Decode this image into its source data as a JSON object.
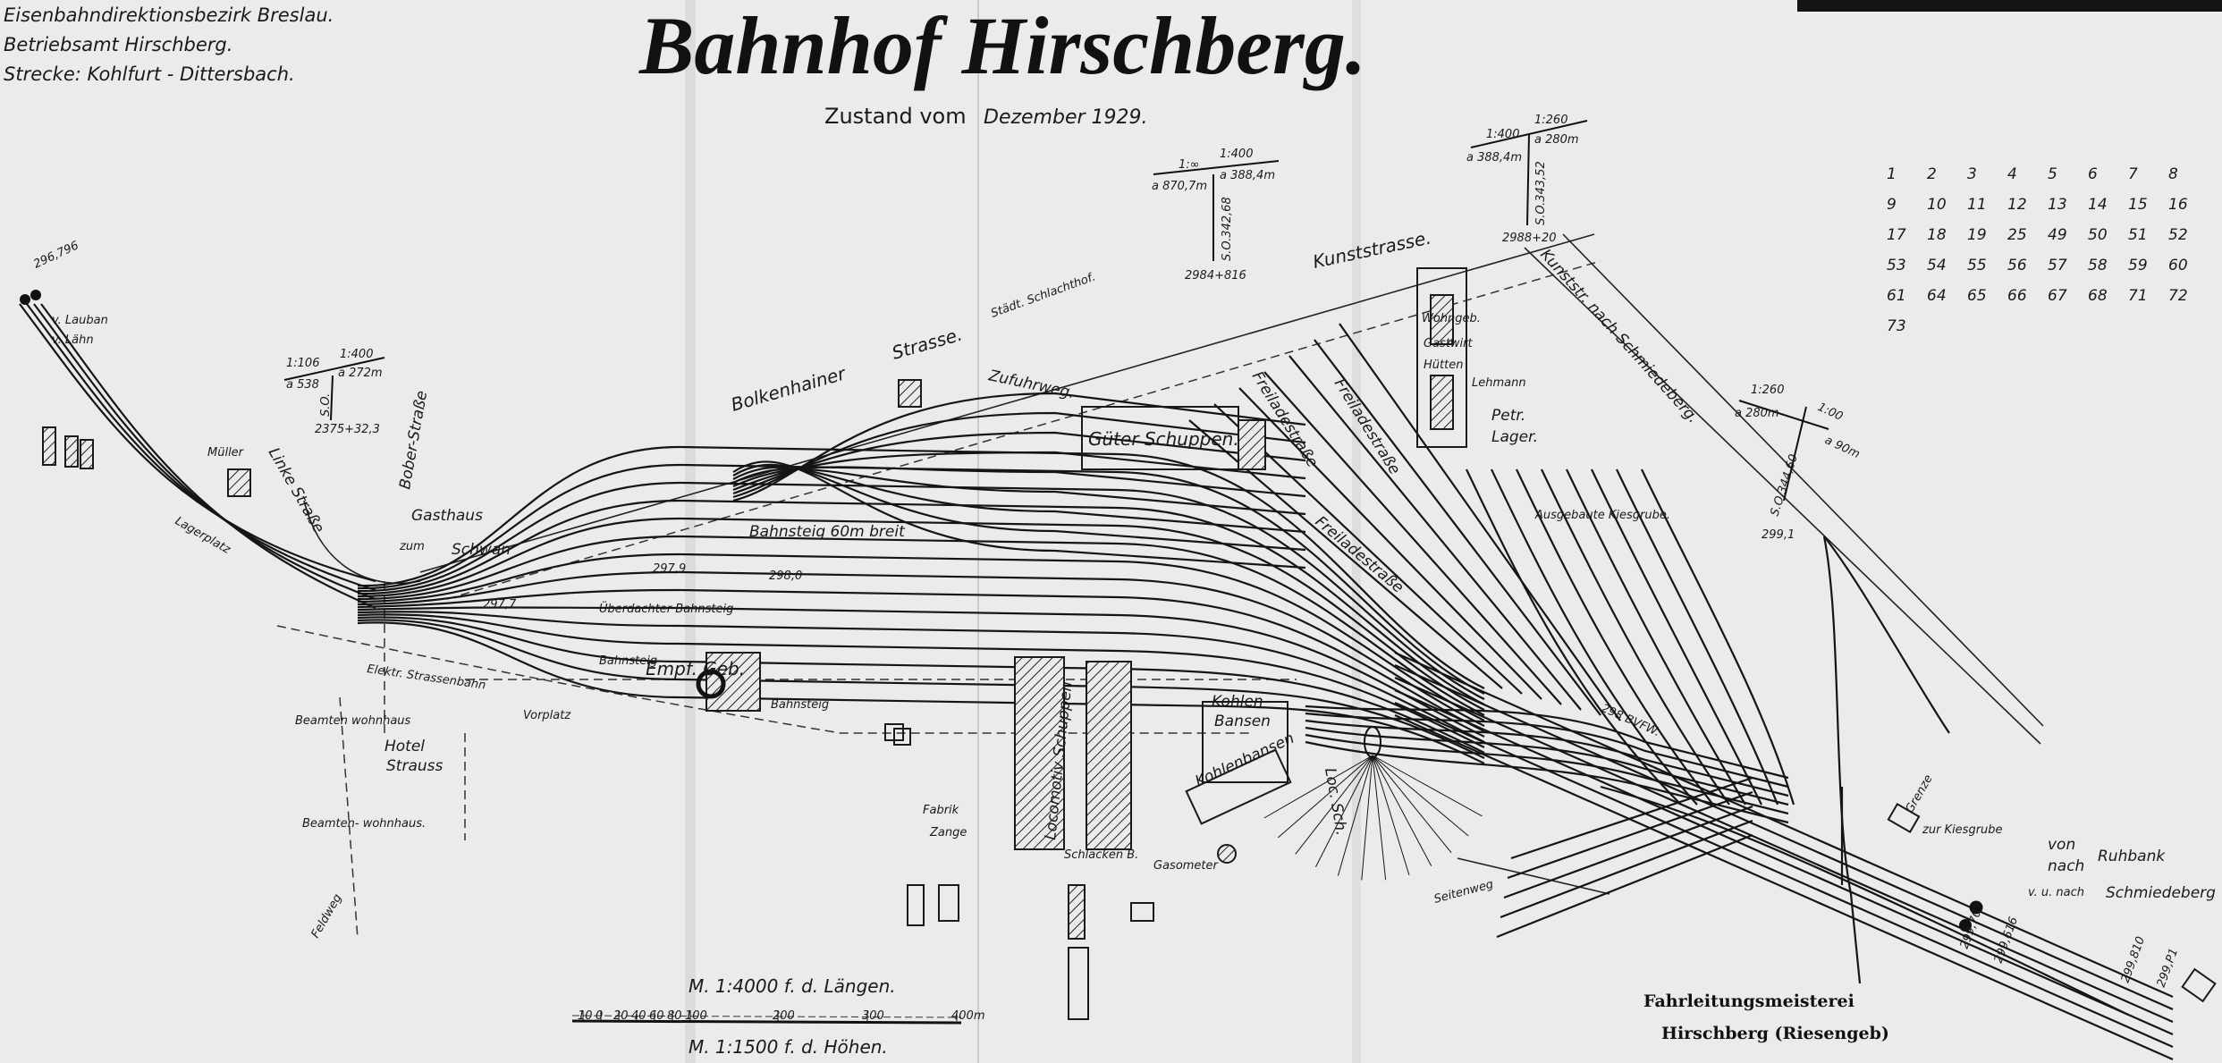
{
  "header": {
    "direction": "Eisenbahndirektionsbezirk Breslau.",
    "office": "Betriebsamt Hirschberg.",
    "line": "Strecke: Kohlfurt - Dittersbach."
  },
  "title": "Bahnhof Hirschberg.",
  "subtitle": {
    "prefix": "Zustand vom",
    "date": "Dezember 1929."
  },
  "streets": {
    "bolkenhainer": "Bolkenhainer",
    "strasse": "Strasse.",
    "kunststrasse": "Kunststrasse.",
    "kunststr_schmiedeberg": "Kunststr. nach Schmiedeberg.",
    "linke_strasse": "Linke Straße",
    "bober_strasse": "Bober-Straße",
    "zufuhrweg": "Zufuhrweg.",
    "freiladestrasse_1": "Freiladestraße",
    "freiladestrasse_2": "Freiladestraße",
    "freiladestrasse_3": "Freiladestraße",
    "seitenweg": "Seitenweg",
    "feldweg": "Feldweg",
    "elektr_strassenbahn": "Elektr. Strassenbahn",
    "lagerplatz": "Lagerplatz"
  },
  "buildings": {
    "gueterschuppen": "Güter Schuppen.",
    "schlachthof": "Städt. Schlachthof.",
    "gasthaus": "Gasthaus",
    "zum": "zum",
    "schwan": "Schwan",
    "empfangsgebaeude": "Empf. Geb.",
    "bahnsteig_breit": "Bahnsteig   60m breit",
    "bahnsteig_1": "Bahnsteig",
    "bahnsteig_2": "Bahnsteig",
    "ueberdachter_bahnsteig": "Überdachter Bahnsteig",
    "vorplatz": "Vorplatz",
    "hotel": "Hotel",
    "strauss": "Strauss",
    "beamtenwohnhaus_1": "Beamten wohnhaus",
    "beamtenwohnhaus_2": "Beamten- wohnhaus.",
    "fabrik": "Fabrik",
    "zange": "Zange",
    "lokschuppen": "Locomotiv Schuppen",
    "kohlen": "Kohlen-",
    "bansen": "Bansen",
    "kohlenbansen": "Kohlenbansen",
    "loc_sch": "Loc. Sch.",
    "gasometer": "Gasometer",
    "schlackenb": "Schlacken B.",
    "wohngeb": "Wohngeb.",
    "gastwirt": "Gastwirt",
    "huetten": "Hütten",
    "lehmann": "Lehmann",
    "petr": "Petr.",
    "lager": "Lager.",
    "kiesgrube": "Ausgebaute Kiesgrube.",
    "mueller": "Müller",
    "grenze": "Grenze"
  },
  "lines": {
    "lauban": "v. Lauban",
    "laehn": "v. Lähn",
    "km_start": "296,796",
    "zur_kiesgrube": "zur Kiesgrube",
    "von": "von",
    "nach": "nach",
    "ruhbank": "Ruhbank",
    "vunach": "v. u. nach",
    "schmiedeberg": "Schmiedeberg",
    "km_1": "299,702",
    "km_2": "299,616",
    "km_3": "299,810",
    "km_4": "299,P1",
    "km_5": "298 BVFW.",
    "km_6": "297,7",
    "km_7": "297,9",
    "km_8": "298,0"
  },
  "gradients": [
    {
      "left_top": "1:∞",
      "left_bottom": "a 870,7m",
      "right_top": "1:400",
      "right_bottom": "a 388,4m",
      "height": "S.O.342,68",
      "km": "2984+816"
    },
    {
      "left_top": "1:400",
      "left_bottom": "a 388,4m",
      "right_top": "1:260",
      "right_bottom": "a 280m",
      "height": "S.O.343,52",
      "km": "2988+20"
    },
    {
      "left_top": "1:260",
      "left_bottom": "a 280m",
      "right_top": "1:00",
      "right_bottom": "a 90m",
      "height": "S.O.344,60",
      "km": "299,1"
    },
    {
      "left_top": "1:106",
      "left_bottom": "a 538",
      "right_top": "1:400",
      "right_bottom": "a 272m",
      "height": "S.O.",
      "km": "2375+32,3"
    }
  ],
  "track_numbers": [
    "1",
    "2",
    "3",
    "4",
    "5",
    "6",
    "7",
    "8",
    "9",
    "10",
    "11",
    "12",
    "13",
    "14",
    "15",
    "16",
    "17",
    "18",
    "19",
    "25",
    "49",
    "50",
    "51",
    "52",
    "53",
    "54",
    "55",
    "56",
    "57",
    "58",
    "59",
    "60",
    "61",
    "64",
    "65",
    "66",
    "67",
    "68",
    "71",
    "72",
    "73"
  ],
  "scale": {
    "lengths": "M. 1:4000 f. d. Längen.",
    "heights": "M. 1:1500 f. d. Höhen.",
    "ticks": [
      "10",
      "0",
      "20",
      "40",
      "60",
      "80",
      "100",
      "200",
      "300",
      "400m"
    ]
  },
  "footer": {
    "line1": "Fahrleitungsmeisterei",
    "line2": "Hirschberg (Riesengeb)"
  }
}
